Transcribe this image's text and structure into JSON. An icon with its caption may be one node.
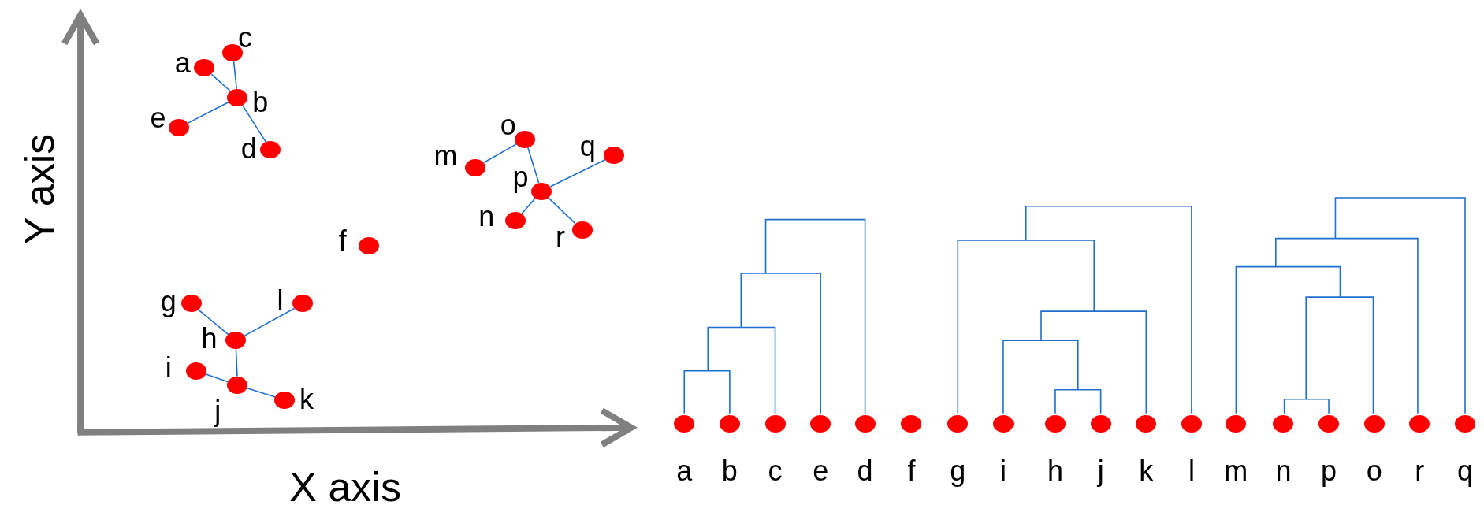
{
  "diagram": {
    "nodes": [
      {
        "text": [
          "c"
        ]
      },
      {
        "text": [
          "a"
        ]
      },
      {
        "text": [
          "b"
        ]
      },
      {
        "text": [
          "e"
        ]
      },
      {
        "text": [
          "d"
        ]
      },
      {
        "text": [
          "o"
        ]
      },
      {
        "text": [
          "q"
        ]
      },
      {
        "text": [
          "m"
        ]
      },
      {
        "text": [
          "p"
        ]
      },
      {
        "text": [
          "n"
        ]
      },
      {
        "text": [
          "r"
        ]
      },
      {
        "text": [
          "f"
        ]
      },
      {
        "text": [
          "g"
        ]
      },
      {
        "text": [
          "l"
        ]
      },
      {
        "text": [
          "h"
        ]
      },
      {
        "text": [
          "i"
        ]
      },
      {
        "text": [
          "j"
        ]
      },
      {
        "text": [
          "k"
        ]
      },
      {
        "text": [
          "a"
        ]
      },
      {
        "text": [
          "b"
        ]
      },
      {
        "text": [
          "c"
        ]
      },
      {
        "text": [
          "e"
        ]
      },
      {
        "text": [
          "d"
        ]
      },
      {
        "text": [
          "f"
        ]
      },
      {
        "text": [
          "g"
        ]
      },
      {
        "text": [
          "i"
        ]
      },
      {
        "text": [
          "h"
        ]
      },
      {
        "text": [
          "j"
        ]
      },
      {
        "text": [
          "k"
        ]
      },
      {
        "text": [
          "l"
        ]
      },
      {
        "text": [
          "m"
        ]
      },
      {
        "text": [
          "n"
        ]
      },
      {
        "text": [
          "p"
        ]
      },
      {
        "text": [
          "o"
        ]
      },
      {
        "text": [
          "r"
        ]
      },
      {
        "text": [
          "q"
        ]
      }
    ],
    "edges": [
      {
        "from": 1,
        "to": 2,
        "arrow": "none"
      },
      {
        "from": 0,
        "to": 2,
        "arrow": "none"
      },
      {
        "from": 3,
        "to": 2,
        "arrow": "none"
      },
      {
        "from": 4,
        "to": 2,
        "arrow": "none"
      },
      {
        "from": 7,
        "to": 5,
        "arrow": "none"
      },
      {
        "from": 5,
        "to": 8,
        "arrow": "none"
      },
      {
        "from": 6,
        "to": 8,
        "arrow": "none"
      },
      {
        "from": 9,
        "to": 8,
        "arrow": "none"
      },
      {
        "from": 10,
        "to": 8,
        "arrow": "none"
      },
      {
        "from": 12,
        "to": 14,
        "arrow": "none"
      },
      {
        "from": 13,
        "to": 14,
        "arrow": "none"
      },
      {
        "from": 14,
        "to": 16,
        "arrow": "none"
      },
      {
        "from": 15,
        "to": 16,
        "arrow": "none"
      },
      {
        "from": 17,
        "to": 16,
        "arrow": "none"
      }
    ],
    "labels": [
      "Y axis",
      "X axis"
    ]
  }
}
